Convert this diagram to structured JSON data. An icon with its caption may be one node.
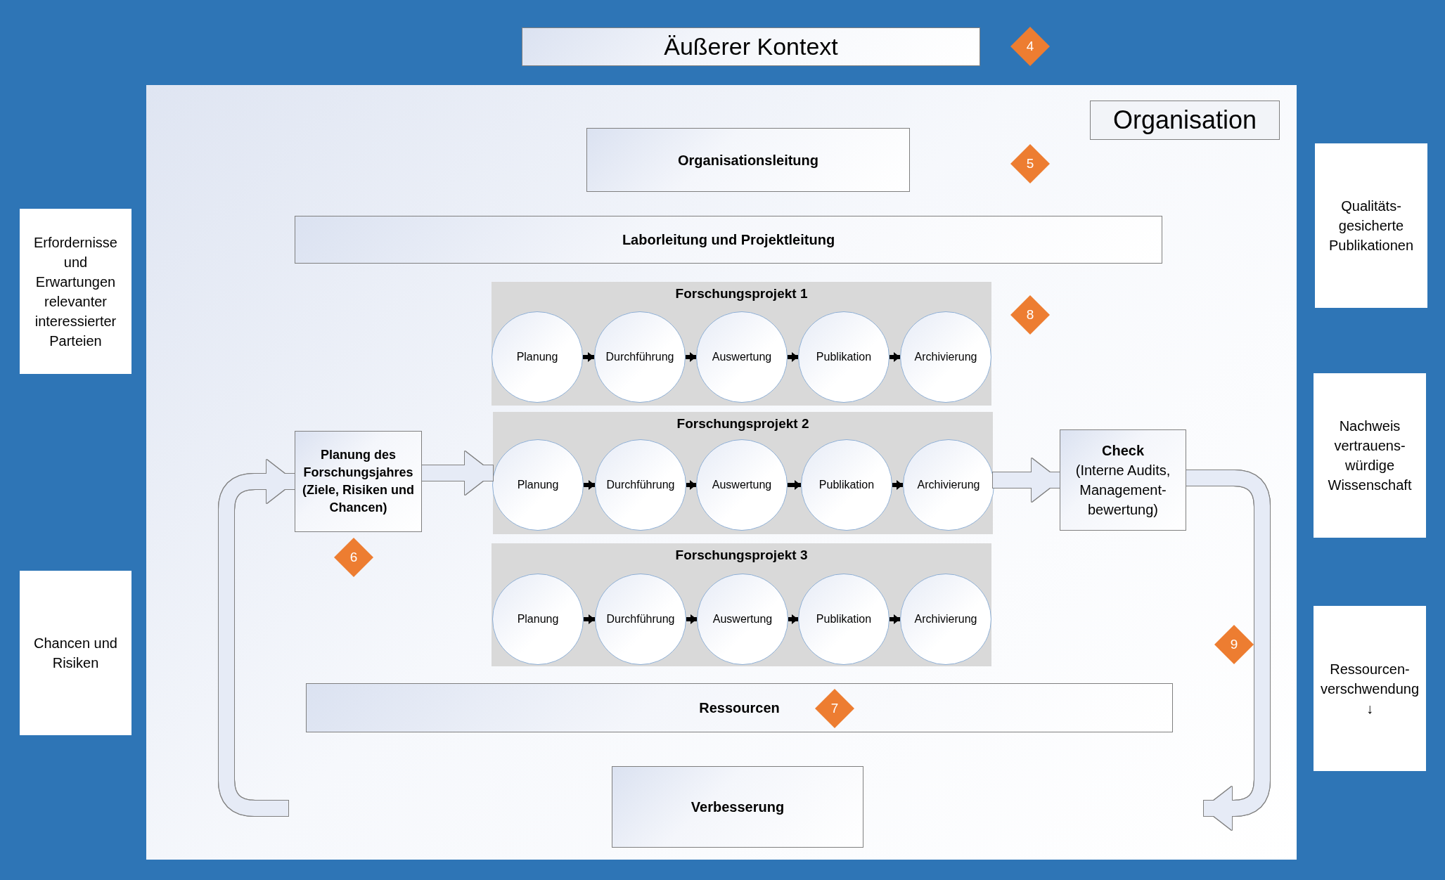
{
  "diagram": {
    "nodes": [
      {
        "text": [
          "Äußerer Kontext"
        ]
      },
      {
        "text": [
          "Organisation"
        ]
      },
      {
        "text": [
          "Organisationsleitung"
        ],
        "in": 1
      },
      {
        "text": [
          "Laborleitung und Projektleitung"
        ],
        "in": 1
      },
      {
        "text": [
          "Forschungsprojekt 1"
        ],
        "in": 1
      },
      {
        "text": [
          "Planung"
        ],
        "in": 4
      },
      {
        "text": [
          "Durchführung"
        ],
        "in": 4
      },
      {
        "text": [
          "Auswertung"
        ],
        "in": 4
      },
      {
        "text": [
          "Publikation"
        ],
        "in": 4
      },
      {
        "text": [
          "Archivierung"
        ],
        "in": 4
      },
      {
        "text": [
          "Forschungsprojekt 2"
        ],
        "in": 1
      },
      {
        "text": [
          "Planung"
        ],
        "in": 10
      },
      {
        "text": [
          "Durchführung"
        ],
        "in": 10
      },
      {
        "text": [
          "Auswertung"
        ],
        "in": 10
      },
      {
        "text": [
          "Publikation"
        ],
        "in": 10
      },
      {
        "text": [
          "Archivierung"
        ],
        "in": 10
      },
      {
        "text": [
          "Forschungsprojekt 3"
        ],
        "in": 1
      },
      {
        "text": [
          "Planung"
        ],
        "in": 16
      },
      {
        "text": [
          "Durchführung"
        ],
        "in": 16
      },
      {
        "text": [
          "Auswertung"
        ],
        "in": 16
      },
      {
        "text": [
          "Publikation"
        ],
        "in": 16
      },
      {
        "text": [
          "Archivierung"
        ],
        "in": 16
      },
      {
        "text": [
          "Planung des Forschungsjahres (Ziele, Risiken und Chancen)"
        ],
        "in": 1
      },
      {
        "text": [
          "Check",
          "(Interne Audits, Management-bewertung)"
        ],
        "in": 1
      },
      {
        "text": [
          "Ressourcen"
        ],
        "in": 1
      },
      {
        "text": [
          "Verbesserung"
        ],
        "in": 1
      },
      {
        "text": [
          "Erfordernisse und Erwartungen relevanter interessierter Parteien"
        ]
      },
      {
        "text": [
          "Chancen und Risiken"
        ]
      },
      {
        "text": [
          "Qualitäts-gesicherte Publikationen"
        ]
      },
      {
        "text": [
          "Nachweis vertrauens-würdige Wissenschaft"
        ]
      },
      {
        "text": [
          "Ressourcen-verschwendung ↓"
        ]
      },
      {
        "text": [
          "4"
        ]
      },
      {
        "text": [
          "5"
        ],
        "in": 1
      },
      {
        "text": [
          "8"
        ],
        "in": 1
      },
      {
        "text": [
          "6"
        ],
        "in": 1
      },
      {
        "text": [
          "9"
        ],
        "in": 1
      },
      {
        "text": [
          "7"
        ],
        "in": 24
      }
    ],
    "edges": [
      {
        "from": 5,
        "to": 6,
        "arrow": "to"
      },
      {
        "from": 6,
        "to": 7,
        "arrow": "to"
      },
      {
        "from": 7,
        "to": 8,
        "arrow": "to"
      },
      {
        "from": 8,
        "to": 9,
        "arrow": "to"
      },
      {
        "from": 11,
        "to": 12,
        "arrow": "to"
      },
      {
        "from": 12,
        "to": 13,
        "arrow": "to"
      },
      {
        "from": 13,
        "to": 14,
        "arrow": "to"
      },
      {
        "from": 14,
        "to": 15,
        "arrow": "to"
      },
      {
        "from": 17,
        "to": 18,
        "arrow": "to"
      },
      {
        "from": 18,
        "to": 19,
        "arrow": "to"
      },
      {
        "from": 19,
        "to": 20,
        "arrow": "to"
      },
      {
        "from": 20,
        "to": 21,
        "arrow": "to"
      },
      {
        "from": 22,
        "to": 10,
        "arrow": "to",
        "style": "thick",
        "color": "#e6ebf6"
      },
      {
        "from": 10,
        "to": 23,
        "arrow": "to",
        "style": "thick",
        "color": "#e6ebf6"
      },
      {
        "from": 23,
        "to": null,
        "arrow": "to",
        "style": "thick",
        "color": "#e6ebf6"
      },
      {
        "from": null,
        "to": 22,
        "arrow": "to",
        "style": "thick",
        "color": "#e6ebf6"
      }
    ]
  }
}
